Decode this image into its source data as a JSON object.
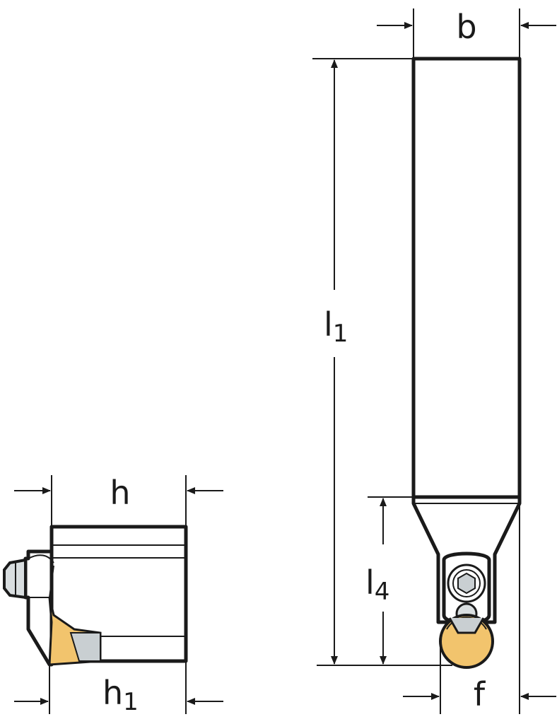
{
  "colors": {
    "body": "#d9dee0",
    "body_dark": "#c9cfd2",
    "insert": "#f2c46d",
    "insert_dark": "#e0a94a",
    "line": "#1a1a1a",
    "background": "#ffffff"
  },
  "dimensions": {
    "b": {
      "label": "b"
    },
    "l1": {
      "label": "l",
      "sub": "1"
    },
    "l4": {
      "label": "l",
      "sub": "4"
    },
    "f": {
      "label": "f"
    },
    "h": {
      "label": "h"
    },
    "h1": {
      "label": "h",
      "sub": "1"
    }
  }
}
